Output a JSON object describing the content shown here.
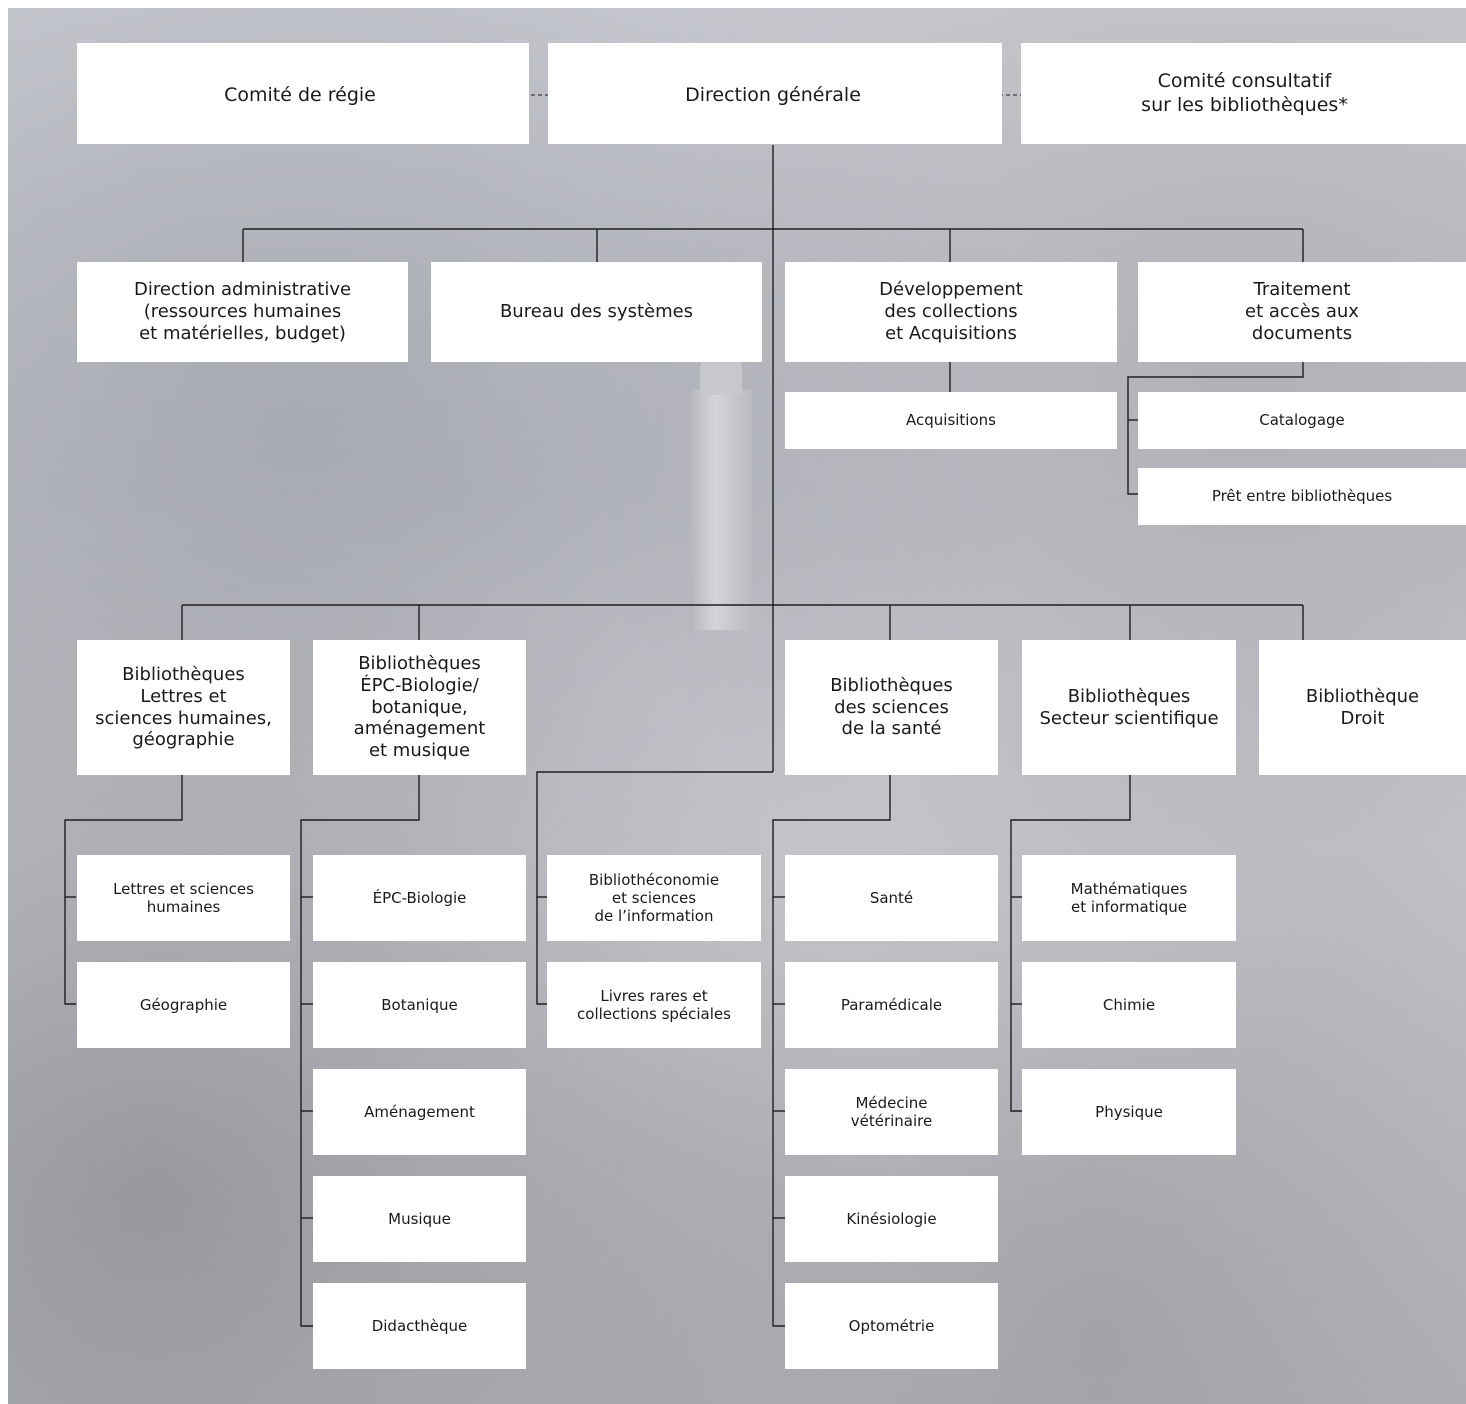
{
  "top": {
    "comite_regie": "Comité de régie",
    "direction_generale": "Direction générale",
    "comite_consultatif": "Comité consultatif\nsur les bibliothèques*"
  },
  "services": {
    "direction_administrative": "Direction administrative\n(ressources humaines\net matérielles, budget)",
    "bureau_systemes": "Bureau des systèmes",
    "developpement": "Développement\ndes collections\net Acquisitions",
    "traitement": "Traitement\net accès aux\ndocuments",
    "acquisitions": "Acquisitions",
    "catalogage": "Catalogage",
    "pret": "Prêt entre bibliothèques"
  },
  "groups": {
    "lsh": "Bibliothèques\nLettres et\nsciences humaines,\ngéographie",
    "epc": "Bibliothèques\nÉPC-Biologie/\nbotanique,\naménagement\net musique",
    "sante": "Bibliothèques\ndes sciences\nde la santé",
    "scientifique": "Bibliothèques\nSecteur scientifique",
    "droit": "Bibliothèque\nDroit"
  },
  "units": {
    "lettres": "Lettres et sciences\nhumaines",
    "geographie": "Géographie",
    "epc_biologie": "ÉPC-Biologie",
    "botanique": "Botanique",
    "amenagement": "Aménagement",
    "musique": "Musique",
    "didactheque": "Didacthèque",
    "bibliotheconomie": "Bibliothéconomie\net sciences\nde l’information",
    "livres_rares": "Livres rares et\ncollections spéciales",
    "sante": "Santé",
    "paramedicale": "Paramédicale",
    "medecine_veterinaire": "Médecine\nvétérinaire",
    "kinesiologie": "Kinésiologie",
    "optometrie": "Optométrie",
    "mathematiques": "Mathématiques\net informatique",
    "chimie": "Chimie",
    "physique": "Physique"
  }
}
